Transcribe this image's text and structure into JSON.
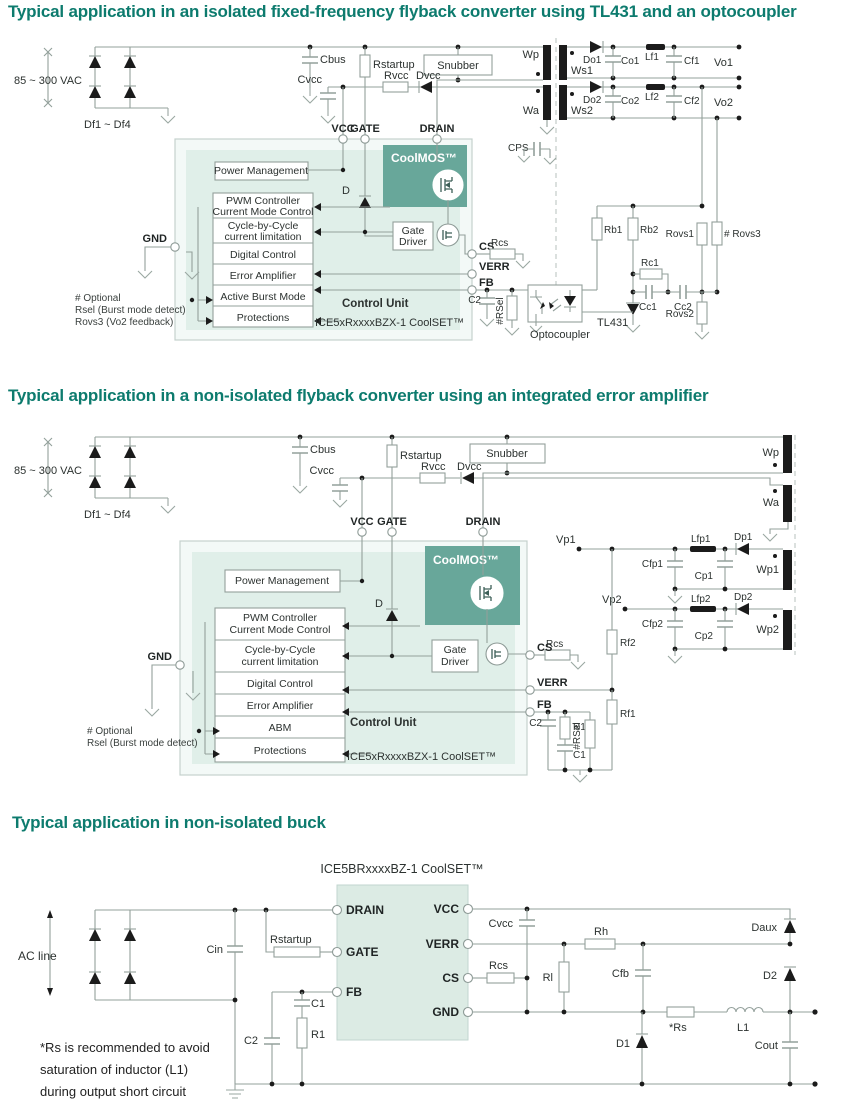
{
  "colors": {
    "title": "#0d7b6e",
    "coolmos": "#68a79a",
    "panel": "#e0efe9",
    "outer": "#f3f9f7",
    "ic3": "#dcebe4"
  },
  "s1": {
    "title": "Typical application in an isolated fixed-frequency flyback converter using TL431 and an optocoupler",
    "vac": "85 ~ 300 VAC",
    "dfd": "Df1 ~ Df4",
    "cbus": "Cbus",
    "rstartup": "Rstartup",
    "snubber": "Snubber",
    "rvcc": "Rvcc",
    "dvcc": "Dvcc",
    "cvcc": "Cvcc",
    "vcc": "VCC",
    "gate": "GATE",
    "drain": "DRAIN",
    "gnd": "GND",
    "cs": "CS",
    "verr": "VERR",
    "fb": "FB",
    "rcs": "Rcs",
    "c2": "C2",
    "rsel": "#RSel",
    "coolmos": "CoolMOS™",
    "gate_drv1": "Gate",
    "gate_drv2": "Driver",
    "d": "D",
    "pm": "Power Management",
    "pwm1": "PWM Controller",
    "pwm2": "Current Mode Control",
    "cyc1": "Cycle-by-Cycle",
    "cyc2": "current limitation",
    "dig": "Digital Control",
    "ea": "Error Amplifier",
    "abm": "Active Burst Mode",
    "prot": "Protections",
    "cu": "Control Unit",
    "part": "ICE5xRxxxxBZX-1 CoolSET™",
    "wp": "Wp",
    "ws1": "Ws1",
    "wa": "Wa",
    "ws2": "Ws2",
    "cps": "CPS",
    "do1": "Do1",
    "co1": "Co1",
    "lf1": "Lf1",
    "cf1": "Cf1",
    "vo1": "Vo1",
    "do2": "Do2",
    "co2": "Co2",
    "lf2": "Lf2",
    "cf2": "Cf2",
    "vo2": "Vo2",
    "opto": "Optocoupler",
    "tl431": "TL431",
    "rb1": "Rb1",
    "rb2": "Rb2",
    "rovs1": "Rovs1",
    "rovs3": "# Rovs3",
    "rc1": "Rc1",
    "cc1": "Cc1",
    "cc2": "Cc2",
    "rovs2": "Rovs2",
    "note1": "# Optional",
    "note2": "Rsel (Burst mode detect)",
    "note3": "Rovs3 (Vo2 feedback)"
  },
  "s2": {
    "title": "Typical application in a non-isolated flyback converter using an integrated error amplifier",
    "vac": "85 ~ 300 VAC",
    "dfd": "Df1 ~ Df4",
    "cbus": "Cbus",
    "rstartup": "Rstartup",
    "snubber": "Snubber",
    "rvcc": "Rvcc",
    "dvcc": "Dvcc",
    "cvcc": "Cvcc",
    "vcc": "VCC",
    "gate": "GATE",
    "drain": "DRAIN",
    "gnd": "GND",
    "cs": "CS",
    "verr": "VERR",
    "fb": "FB",
    "rcs": "Rcs",
    "c1": "C1",
    "c2": "C2",
    "r1": "R1",
    "rsel": "#RSel",
    "rf1": "Rf1",
    "rf2": "Rf2",
    "coolmos": "CoolMOS™",
    "gate_drv1": "Gate",
    "gate_drv2": "Driver",
    "d": "D",
    "pm": "Power Management",
    "pwm1": "PWM Controller",
    "pwm2": "Current Mode Control",
    "cyc1": "Cycle-by-Cycle",
    "cyc2": "current limitation",
    "dig": "Digital Control",
    "ea": "Error Amplifier",
    "abm": "ABM",
    "prot": "Protections",
    "cu": "Control Unit",
    "part": "ICE5xRxxxxBZX-1 CoolSET™",
    "wp": "Wp",
    "wa": "Wa",
    "wp1": "Wp1",
    "wp2": "Wp2",
    "vp1": "Vp1",
    "vp2": "Vp2",
    "lfp1": "Lfp1",
    "lfp2": "Lfp2",
    "dp1": "Dp1",
    "dp2": "Dp2",
    "cfp1": "Cfp1",
    "cfp2": "Cfp2",
    "cp1": "Cp1",
    "cp2": "Cp2",
    "note1": "# Optional",
    "note2": "Rsel (Burst mode detect)"
  },
  "s3": {
    "title": "Typical application in non-isolated buck",
    "part": "ICE5BRxxxxBZ-1 CoolSET™",
    "ac": "AC line",
    "cin": "Cin",
    "rstartup": "Rstartup",
    "drain": "DRAIN",
    "gate": "GATE",
    "fb": "FB",
    "vcc": "VCC",
    "verr": "VERR",
    "cs": "CS",
    "gnd": "GND",
    "c1": "C1",
    "c2": "C2",
    "r1": "R1",
    "cvcc": "Cvcc",
    "rcs": "Rcs",
    "rl": "Rl",
    "rh": "Rh",
    "cfb": "Cfb",
    "daux": "Daux",
    "d2": "D2",
    "d1": "D1",
    "rs": "*Rs",
    "l1": "L1",
    "cout": "Cout",
    "note1": "*Rs is recommended to avoid",
    "note2": "saturation of inductor (L1)",
    "note3": "during output short circuit"
  }
}
